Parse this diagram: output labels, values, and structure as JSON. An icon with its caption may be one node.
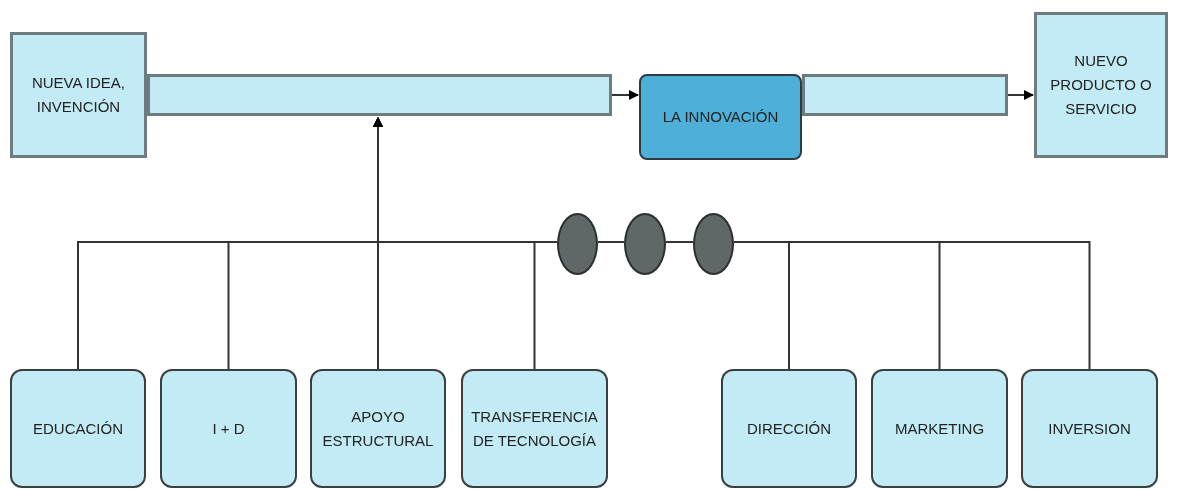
{
  "diagram": {
    "nodes": [
      {
        "text": [
          "NUEVA IDEA, INVENCIÓN"
        ]
      },
      {
        "text": [],
        "shape": "bar"
      },
      {
        "text": [
          "LA INNOVACIÓN"
        ]
      },
      {
        "text": [],
        "shape": "bar"
      },
      {
        "text": [
          "NUEVO PRODUCTO O SERVICIO"
        ]
      },
      {
        "text": [],
        "shape": "circle"
      },
      {
        "text": [],
        "shape": "circle"
      },
      {
        "text": [],
        "shape": "circle"
      },
      {
        "text": [
          "EDUCACIÓN"
        ]
      },
      {
        "text": [
          "I + D"
        ]
      },
      {
        "text": [
          "APOYO ESTRUCTURAL"
        ]
      },
      {
        "text": [
          "TRANSFERENCIA DE TECNOLOGÍA"
        ]
      },
      {
        "text": [
          "DIRECCIÓN"
        ]
      },
      {
        "text": [
          "MARKETING"
        ]
      },
      {
        "text": [
          "INVERSION"
        ]
      }
    ],
    "edges": [
      {
        "from": 1,
        "to": 2,
        "arrow": "to"
      },
      {
        "from": 3,
        "to": 4,
        "arrow": "to"
      },
      {
        "from": 8,
        "to": 1,
        "arrow": "to"
      },
      {
        "from": 9,
        "to": 1,
        "arrow": "to"
      },
      {
        "from": 10,
        "to": 1,
        "arrow": "to"
      },
      {
        "from": 11,
        "to": 1,
        "arrow": "to"
      },
      {
        "from": 12,
        "to": 7,
        "arrow": "none"
      },
      {
        "from": 13,
        "to": 7,
        "arrow": "none"
      },
      {
        "from": 14,
        "to": 7,
        "arrow": "none"
      },
      {
        "from": 7,
        "to": 6,
        "arrow": "none"
      },
      {
        "from": 6,
        "to": 5,
        "arrow": "none"
      },
      {
        "from": 5,
        "to": 1,
        "arrow": "to"
      }
    ]
  }
}
